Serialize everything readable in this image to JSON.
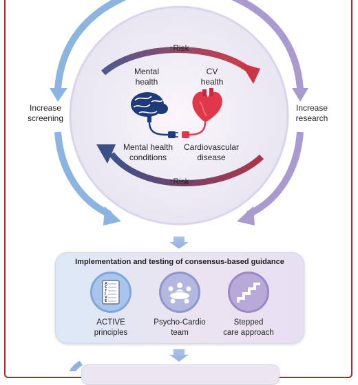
{
  "cycle": {
    "left_label": "Increase\nscreening",
    "right_label": "Increase\nresearch",
    "mental_health": "Mental\nhealth",
    "cv_health": "CV\nhealth",
    "risk_top": "Risk",
    "risk_bottom": "Risk",
    "risk_symbol": "↑",
    "mental_conditions": "Mental health\nconditions",
    "cv_disease": "Cardiovascular\ndisease"
  },
  "panel": {
    "title": "Implementation and testing of consensus-based guidance",
    "items": [
      {
        "label": "ACTIVE\nprinciples",
        "icon": "checklist-icon"
      },
      {
        "label": "Psycho-Cardio\nteam",
        "icon": "team-meeting-icon"
      },
      {
        "label": "Stepped\ncare approach",
        "icon": "stairs-icon"
      }
    ],
    "active_letters": [
      "A",
      "C",
      "T",
      "I",
      "V",
      "E"
    ]
  },
  "colors": {
    "frame": "#b21f2d",
    "blue": "#8db3e0",
    "purple": "#a99ad0",
    "navy": "#3d5487",
    "red": "#c8303c",
    "brain": "#1f3a78",
    "heart": "#e0384a"
  }
}
